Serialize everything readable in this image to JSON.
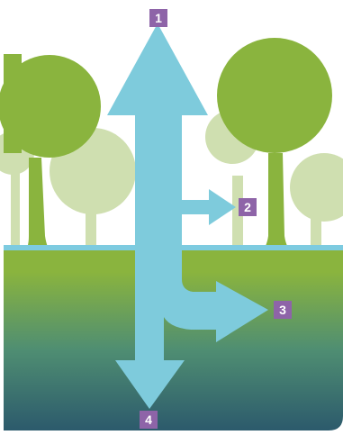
{
  "colors": {
    "sky": "#ffffff",
    "tree_dark": "#8ab43e",
    "tree_light": "#cfdfb0",
    "ground_top": "#8ab43e",
    "ground_mid": "#4f8e72",
    "ground_bottom": "#2c5a6c",
    "water_line": "#7dcbe0",
    "arrow": "#7ecbdc",
    "marker": "#8e64a8"
  },
  "markers": [
    {
      "id": "1",
      "label": "1",
      "direction": "up"
    },
    {
      "id": "2",
      "label": "2",
      "direction": "right-above-ground"
    },
    {
      "id": "3",
      "label": "3",
      "direction": "right-below-ground"
    },
    {
      "id": "4",
      "label": "4",
      "direction": "down"
    }
  ]
}
